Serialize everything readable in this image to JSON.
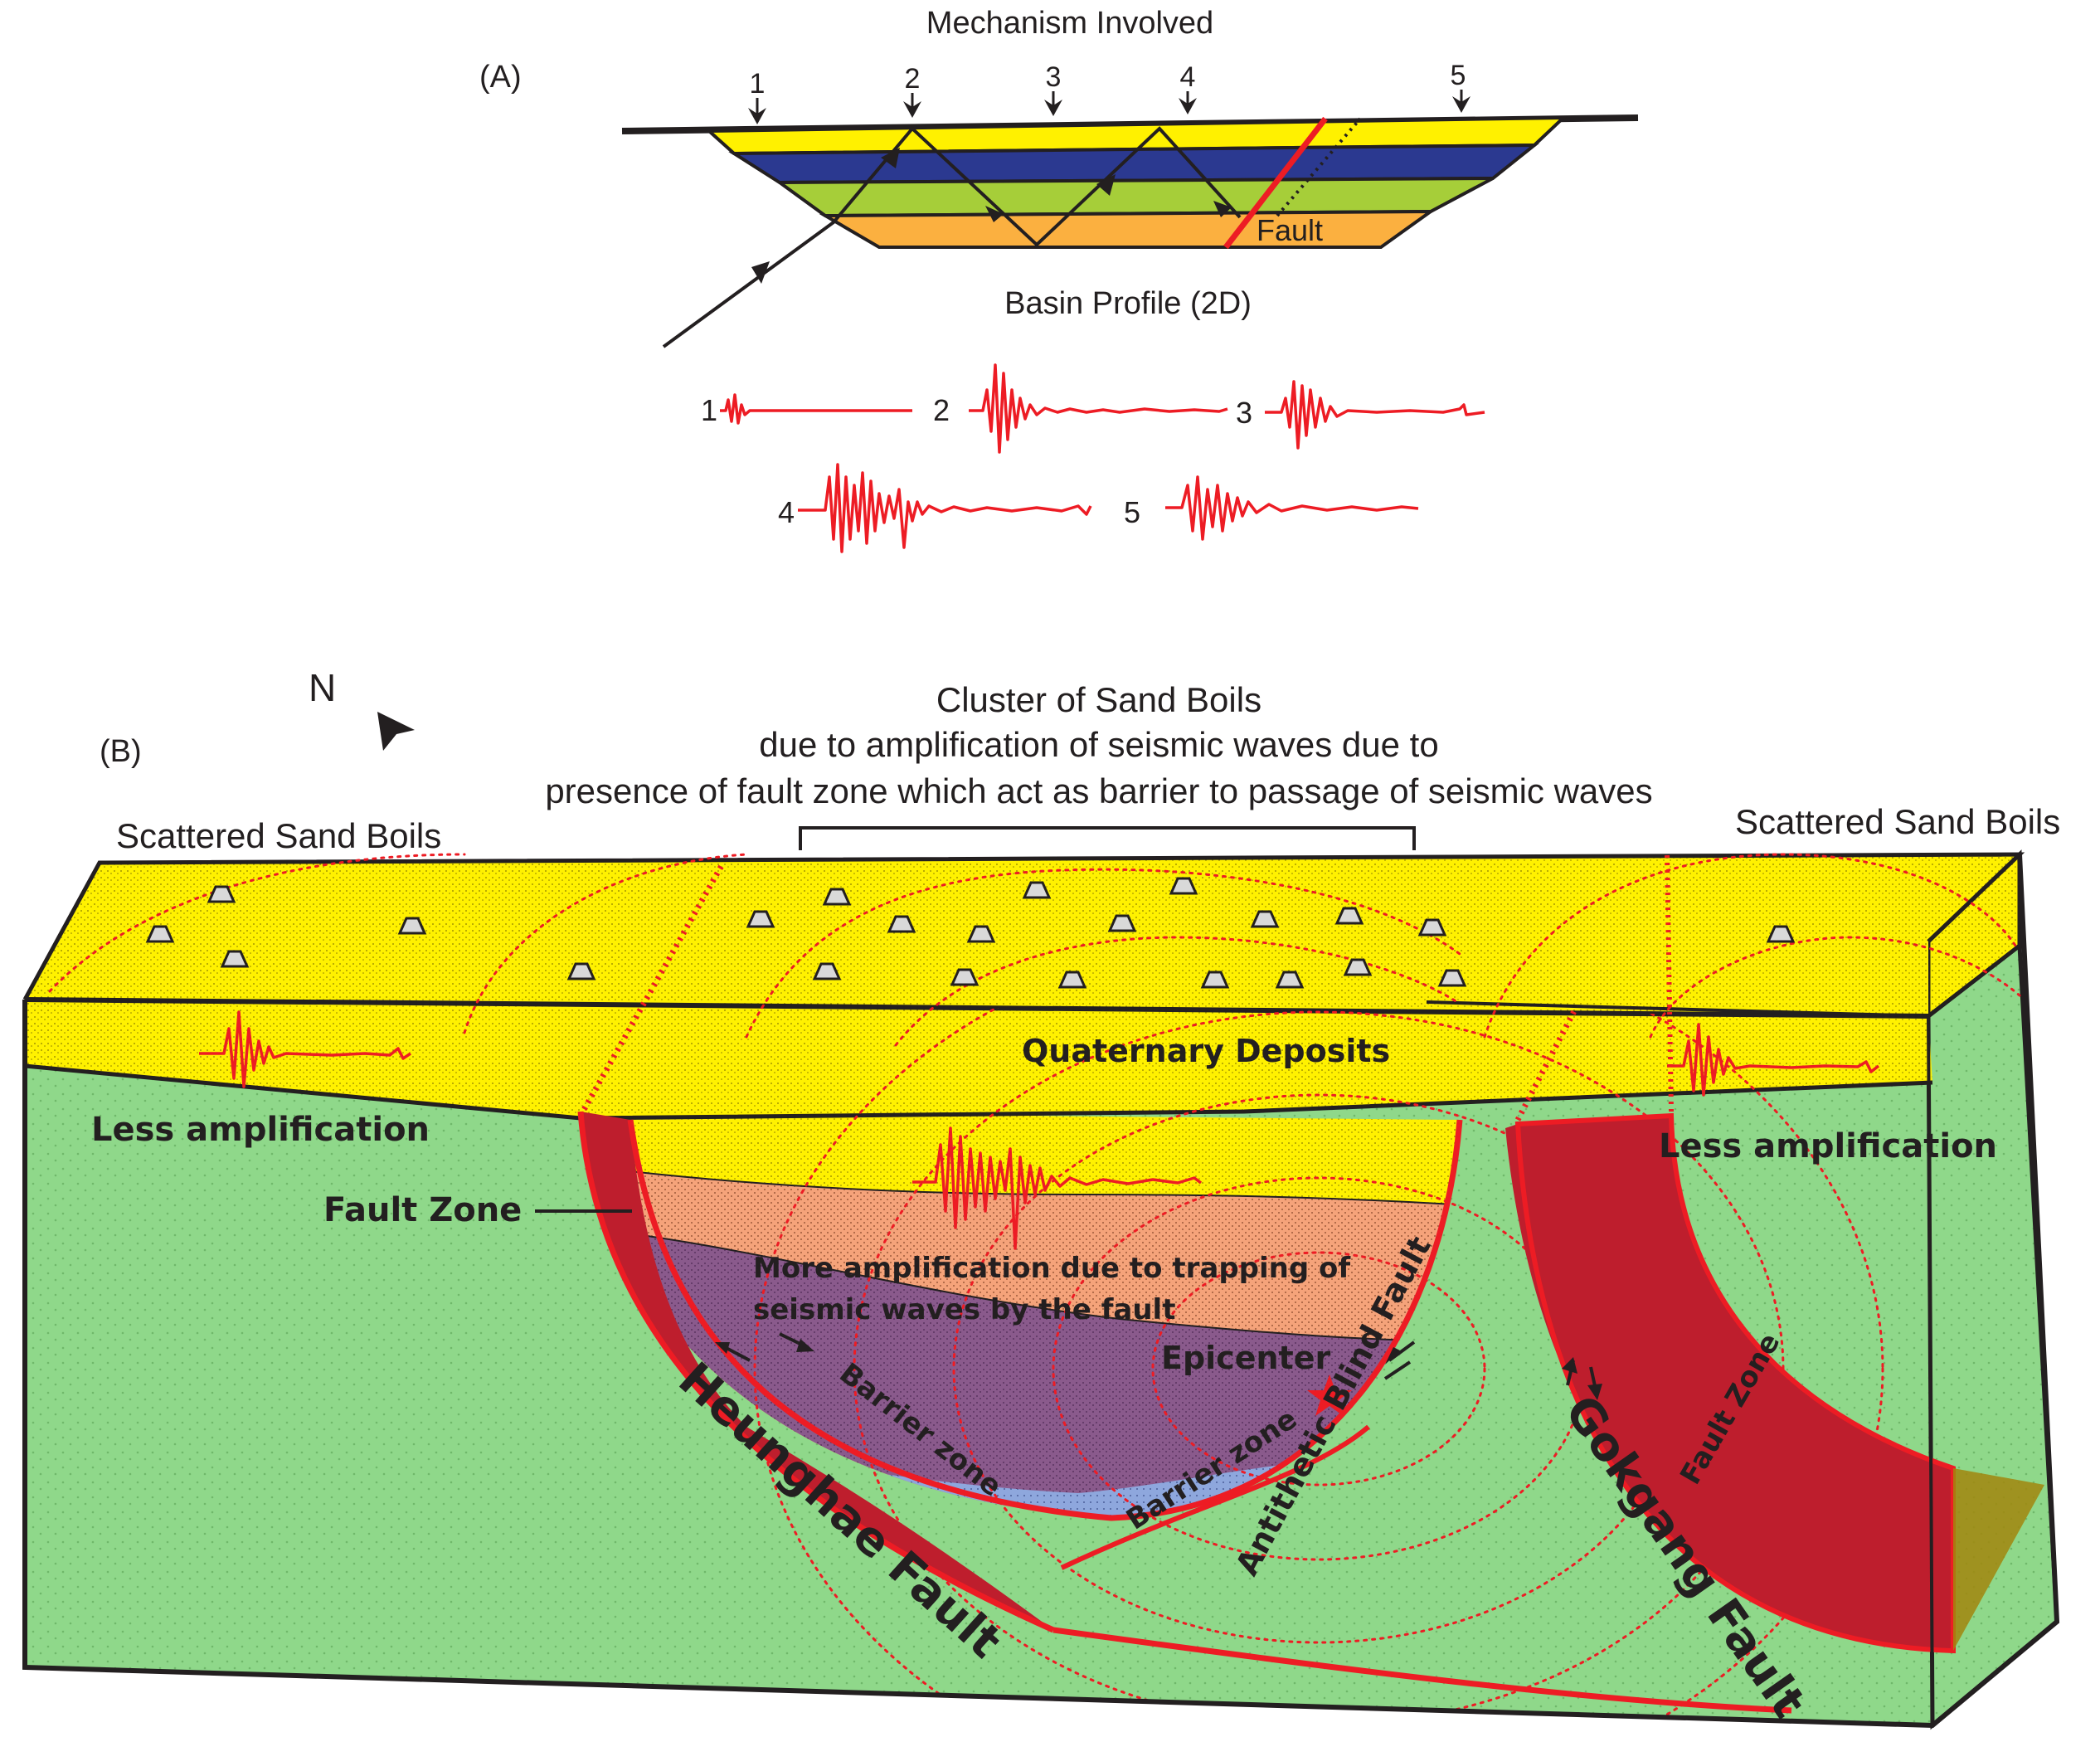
{
  "panel_a": {
    "title": "Mechanism Involved",
    "label": "(A)",
    "stations": [
      "1",
      "2",
      "3",
      "4",
      "5"
    ],
    "fault_label": "Fault",
    "caption": "Basin Profile (2D)",
    "trace_labels": [
      "1",
      "2",
      "3",
      "4",
      "5"
    ],
    "layer_colors": [
      "#fff100",
      "#2b3990",
      "#8dc63f",
      "#fbb040"
    ]
  },
  "panel_b": {
    "label": "(B)",
    "north": "N",
    "cluster_title": "Cluster of Sand Boils",
    "cluster_line1": "due to amplification of seismic waves due to",
    "cluster_line2": "presence of fault zone which act as barrier to passage of seismic waves",
    "scattered_left": "Scattered Sand Boils",
    "scattered_right": "Scattered Sand Boils",
    "quaternary": "Quaternary Deposits",
    "less_amp_left": "Less amplification",
    "less_amp_right": "Less amplification",
    "fault_zone_left": "Fault Zone",
    "more_amp_line1": "More amplification due to trapping of",
    "more_amp_line2": "seismic waves by the fault",
    "epicenter": "Epicenter",
    "barrier_left": "Barrier zone",
    "barrier_right": "Barrier zone",
    "heunghae": "Heunghae Fault",
    "antithetic": "Antithetic Blind Fault",
    "gokgang": "Gokgang Fault",
    "fault_zone_right": "Fault Zone",
    "colors": {
      "sediment": "#fff100",
      "bedrock": "#8fd88a",
      "fault": "#be1e2d",
      "wave": "#ed1c24"
    }
  }
}
